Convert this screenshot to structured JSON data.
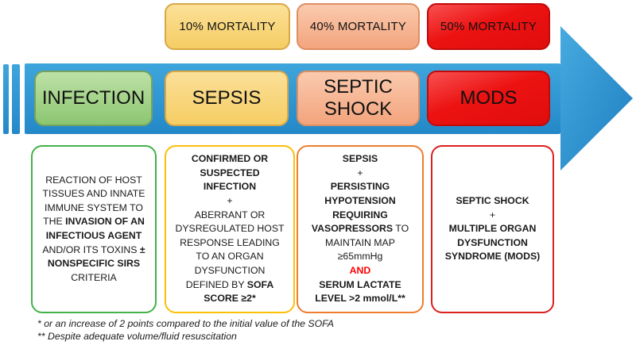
{
  "palette": {
    "arrow_blue_top": "#3ea5dc",
    "arrow_blue_bottom": "#2488c8",
    "green_fill": "#9ecf81",
    "green_border": "#76a35f",
    "gold_fill": "#f8d478",
    "gold_border": "#d8a845",
    "salmon_fill": "#f5ad8c",
    "salmon_border": "#dd8f62",
    "red_fill": "#ec1212",
    "red_border": "#c20a0a",
    "def_border_green": "#45b149",
    "def_border_gold": "#fcbf0a",
    "def_border_orange": "#ee7d2d",
    "def_border_red": "#dc1f1f",
    "highlight_red_text": "#ff0000",
    "text_black": "#111111"
  },
  "mortality": [
    {
      "label": "10% MORTALITY"
    },
    {
      "label": "40% MORTALITY"
    },
    {
      "label": "50% MORTALITY"
    }
  ],
  "stages": [
    {
      "label": "INFECTION"
    },
    {
      "label": "SEPSIS"
    },
    {
      "label": "SEPTIC SHOCK"
    },
    {
      "label": "MODS"
    }
  ],
  "definitions": [
    {
      "border_color": "#45b149",
      "segments": [
        {
          "text": "REACTION OF HOST TISSUES AND INNATE IMMUNE SYSTEM TO THE ",
          "bold": false
        },
        {
          "text": "INVASION OF AN INFECTIOUS AGENT",
          "bold": true
        },
        {
          "text": " AND/OR ITS TOXINS ",
          "bold": false
        },
        {
          "text": "± NONSPECIFIC SIRS",
          "bold": true
        },
        {
          "text": " CRITERIA",
          "bold": false
        }
      ]
    },
    {
      "border_color": "#fcbf0a",
      "segments": [
        {
          "text": "CONFIRMED OR SUSPECTED INFECTION",
          "bold": true
        },
        {
          "text": "\n+\n",
          "bold": false
        },
        {
          "text": "ABERRANT OR DYSREGULATED HOST RESPONSE LEADING TO AN ORGAN DYSFUNCTION DEFINED BY ",
          "bold": false
        },
        {
          "text": "SOFA SCORE ≥2*",
          "bold": true
        }
      ]
    },
    {
      "border_color": "#ee7d2d",
      "segments": [
        {
          "text": "SEPSIS",
          "bold": true
        },
        {
          "text": "\n+\n",
          "bold": false
        },
        {
          "text": "PERSISTING HYPOTENSION REQUIRING VASOPRESSORS",
          "bold": true
        },
        {
          "text": " TO MAINTAIN MAP ≥65mmHg\n",
          "bold": false
        },
        {
          "text": "AND",
          "bold": true,
          "color": "#ff0000"
        },
        {
          "text": "\n",
          "bold": false
        },
        {
          "text": "SERUM LACTATE LEVEL >2 mmol/L**",
          "bold": true
        }
      ]
    },
    {
      "border_color": "#dc1f1f",
      "segments": [
        {
          "text": "SEPTIC SHOCK",
          "bold": true
        },
        {
          "text": "\n+\n",
          "bold": false
        },
        {
          "text": "MULTIPLE ORGAN DYSFUNCTION SYNDROME (MODS)",
          "bold": true
        }
      ]
    }
  ],
  "footnotes": [
    "* or an increase of 2 points compared to the initial value of the SOFA",
    "** Despite adequate volume/fluid resuscitation"
  ]
}
